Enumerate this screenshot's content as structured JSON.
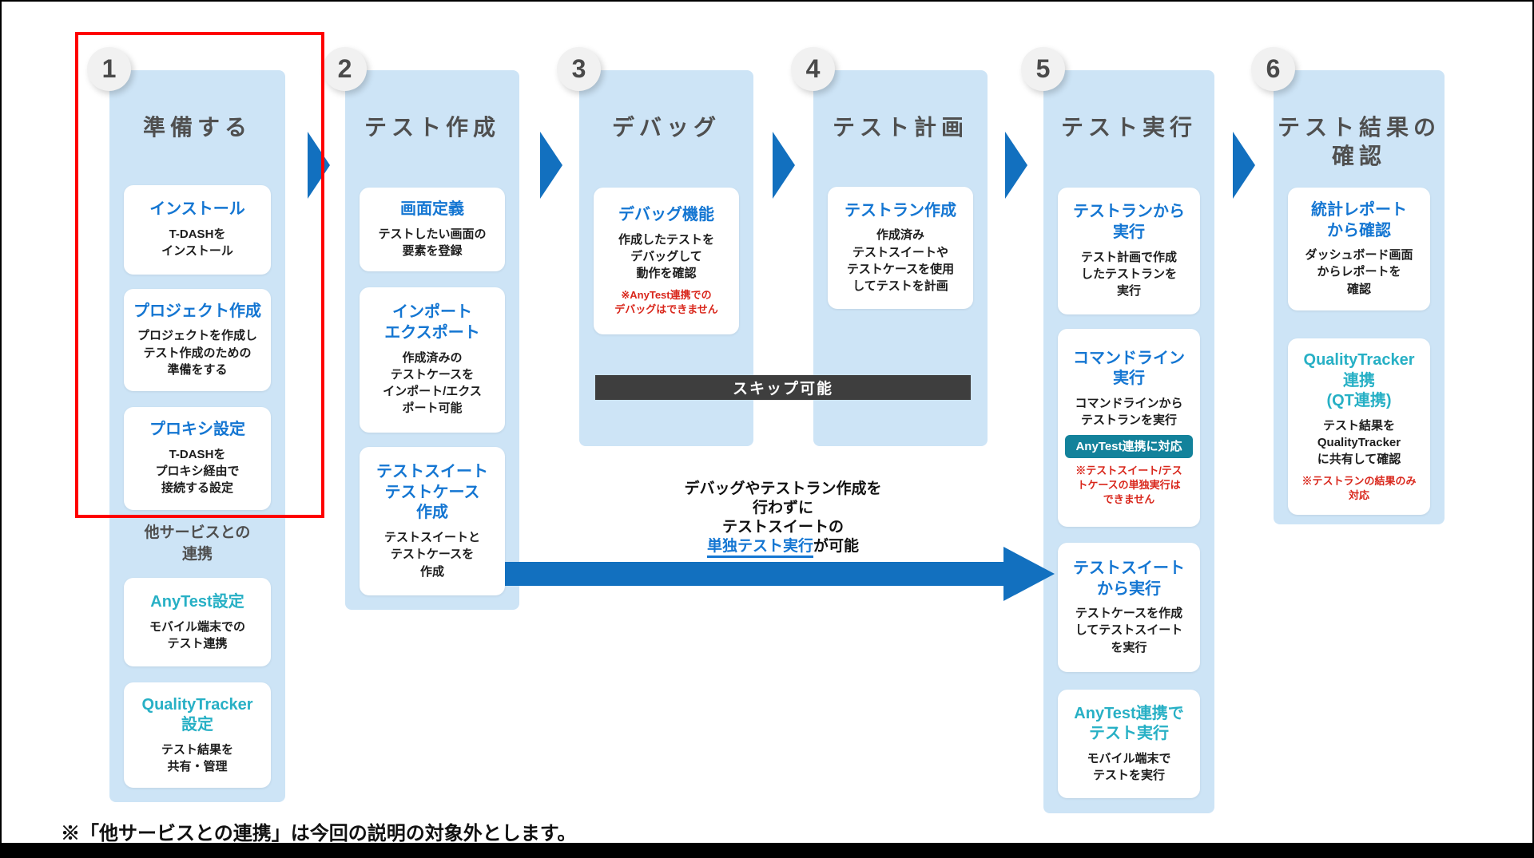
{
  "colors": {
    "panel_blue": "#cde4f6",
    "accent_blue": "#1476d2",
    "accent_teal": "#27b0c5",
    "badge_teal": "#13829b",
    "note_red": "#d9271c",
    "arrow_blue": "#1270bf",
    "highlight_red": "#fe0000",
    "skipbar_dark": "#3e3e3e",
    "step_gray": "#4f4f4f"
  },
  "columns": [
    {
      "number": "1",
      "title": "準備する",
      "extra_label": "他サービスとの\n連携",
      "cards": [
        {
          "title": "インストール",
          "accent": "blue",
          "body": "T-DASHを\nインストール"
        },
        {
          "title": "プロジェクト作成",
          "accent": "blue",
          "body": "プロジェクトを作成し\nテスト作成のための\n準備をする"
        },
        {
          "title": "プロキシ設定",
          "accent": "blue",
          "body": "T-DASHを\nプロキシ経由で\n接続する設定"
        },
        {
          "title": "AnyTest設定",
          "accent": "teal",
          "body": "モバイル端末での\nテスト連携"
        },
        {
          "title": "QualityTracker\n設定",
          "accent": "teal",
          "body": "テスト結果を\n共有・管理"
        }
      ]
    },
    {
      "number": "2",
      "title": "テスト作成",
      "cards": [
        {
          "title": "画面定義",
          "accent": "blue",
          "body": "テストしたい画面の\n要素を登録"
        },
        {
          "title": "インポート\nエクスポート",
          "accent": "blue",
          "body": "作成済みの\nテストケースを\nインポート/エクス\nポート可能"
        },
        {
          "title": "テストスイート\nテストケース\n作成",
          "accent": "blue",
          "body": "テストスイートと\nテストケースを\n作成"
        }
      ]
    },
    {
      "number": "3",
      "title": "デバッグ",
      "cards": [
        {
          "title": "デバッグ機能",
          "accent": "blue",
          "body": "作成したテストを\nデバッグして\n動作を確認",
          "note": "※AnyTest連携での\nデバッグはできません"
        }
      ]
    },
    {
      "number": "4",
      "title": "テスト計画",
      "cards": [
        {
          "title": "テストラン作成",
          "accent": "blue",
          "body": "作成済み\nテストスイートや\nテストケースを使用\nしてテストを計画"
        }
      ]
    },
    {
      "number": "5",
      "title": "テスト実行",
      "cards": [
        {
          "title": "テストランから\n実行",
          "accent": "blue",
          "body": "テスト計画で作成\nしたテストランを\n実行"
        },
        {
          "title": "コマンドライン\n実行",
          "accent": "blue",
          "body": "コマンドラインから\nテストランを実行",
          "badge": "AnyTest連携に対応",
          "note": "※テストスイート/テス\nトケースの単独実行は\nできません"
        },
        {
          "title": "テストスイート\nから実行",
          "accent": "blue",
          "body": "テストケースを作成\nしてテストスイート\nを実行"
        },
        {
          "title": "AnyTest連携で\nテスト実行",
          "accent": "teal",
          "body": "モバイル端末で\nテストを実行"
        }
      ]
    },
    {
      "number": "6",
      "title": "テスト結果の\n確認",
      "cards": [
        {
          "title": "統計レポート\nから確認",
          "accent": "blue",
          "body": "ダッシュボード画面\nからレポートを\n確認"
        },
        {
          "title": "QualityTracker\n連携\n(QT連携)",
          "accent": "teal",
          "body": "テスト結果を\nQualityTracker\nに共有して確認",
          "note": "※テストランの結果のみ\n対応"
        }
      ]
    }
  ],
  "skip_bar": {
    "label": "スキップ可能"
  },
  "bypass_note": {
    "line1": "デバッグやテストラン作成を",
    "line2": "行わずに",
    "line3": "テストスイートの",
    "line4_link": "単独テスト実行",
    "line4_rest": "が可能"
  },
  "footnote": "※「他サービスとの連携」は今回の説明の対象外とします。"
}
